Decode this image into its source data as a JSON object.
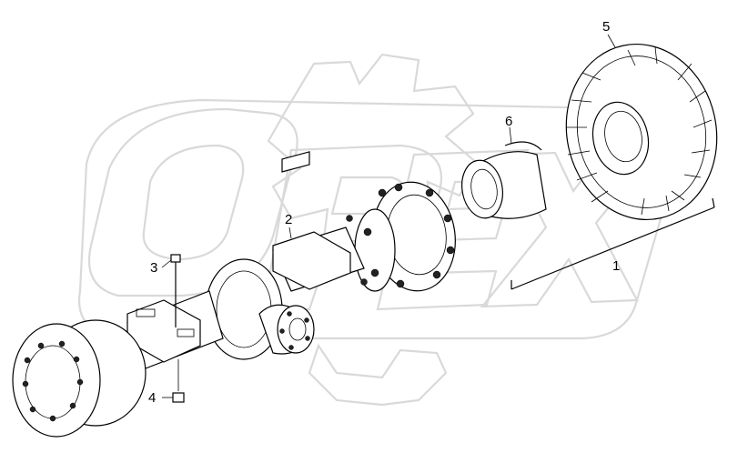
{
  "callouts": {
    "c1": "1",
    "c2": "2",
    "c3": "3",
    "c4": "4",
    "c5": "5",
    "c6": "6"
  },
  "watermark": {
    "logo_text": "OPEX"
  }
}
